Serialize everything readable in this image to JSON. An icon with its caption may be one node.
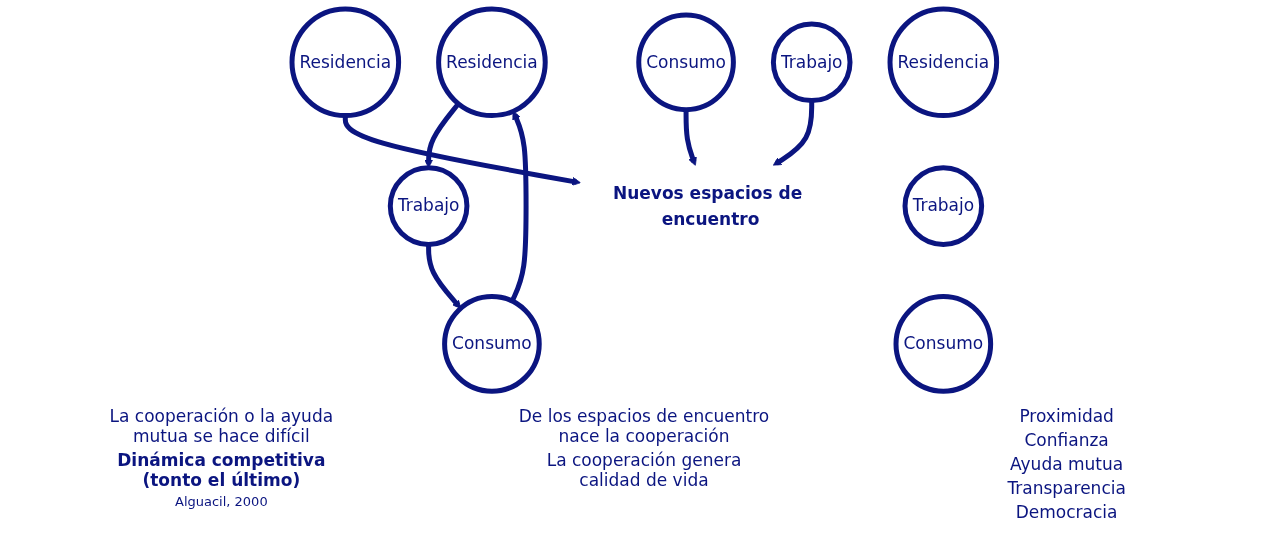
{
  "diagram": {
    "nodes": [
      {
        "text": [
          "Residencia"
        ]
      },
      {
        "text": [
          "Consumo"
        ]
      },
      {
        "text": [
          "Trabajo"
        ]
      },
      {
        "text": [
          "Residencia"
        ]
      },
      {
        "text": [
          "Consumo"
        ]
      },
      {
        "text": [
          "Nuevos espacios de encuentro"
        ]
      },
      {
        "text": [
          "Trabajo"
        ]
      },
      {
        "text": [
          "Residencia"
        ]
      },
      {
        "text": [
          "Consumo"
        ]
      },
      {
        "text": [
          "Trabajo"
        ]
      }
    ],
    "edges": [
      {
        "from": 1,
        "to": 0,
        "arrow": "to"
      },
      {
        "from": 0,
        "to": 2,
        "arrow": "to"
      },
      {
        "from": 2,
        "to": 1,
        "arrow": "to"
      },
      {
        "from": 3,
        "to": 5,
        "arrow": "to"
      },
      {
        "from": 4,
        "to": 5,
        "arrow": "to"
      },
      {
        "from": 6,
        "to": 5,
        "arrow": "to"
      }
    ],
    "labels": [
      "La cooperación o la ayuda mutua se hace difícil",
      "Dinámica competitiva (tonto el último)",
      "Alguacil, 2000",
      "De los espacios de encuentro nace la cooperación",
      "La cooperación genera calidad de vida",
      "Proximidad",
      "Confianza",
      "Ayuda mutua",
      "Transparencia",
      "Democracia"
    ]
  }
}
